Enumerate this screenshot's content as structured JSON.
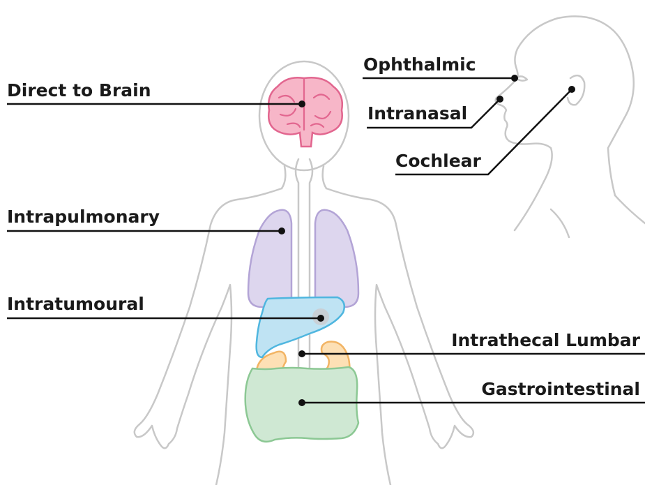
{
  "labels": {
    "direct_to_brain": "Direct to Brain",
    "intrapulmonary": "Intrapulmonary",
    "intratumoural": "Intratumoural",
    "ophthalmic": "Ophthalmic",
    "intranasal": "Intranasal",
    "cochlear": "Cochlear",
    "intrathecal_lumbar": "Intrathecal Lumbar",
    "gastrointestinal": "Gastrointestinal"
  },
  "colors": {
    "outline": "#c8c8c8",
    "leader_line": "#111111",
    "brain_fill": "#f7b6c8",
    "brain_stroke": "#e2668f",
    "lung_fill": "#ddd6ee",
    "lung_stroke": "#b3a4d6",
    "liver_fill": "#bfe3f3",
    "liver_stroke": "#4fb6df",
    "kidney_fill": "#fde0b5",
    "kidney_stroke": "#f2b464",
    "intestine_fill": "#cfe8d3",
    "intestine_stroke": "#8cc894",
    "tumour_fill": "#c9d0d6"
  }
}
